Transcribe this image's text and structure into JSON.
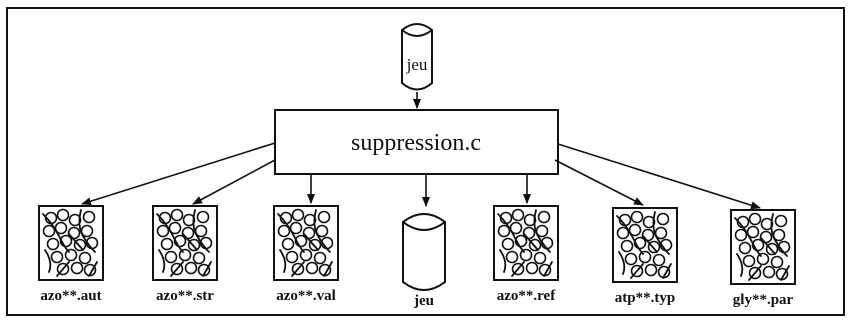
{
  "diagram": {
    "top_input": {
      "label": "jeu"
    },
    "process": {
      "label": "suppression.c"
    },
    "outputs": [
      {
        "label": "azo**.aut",
        "kind": "data-file"
      },
      {
        "label": "azo**.str",
        "kind": "data-file"
      },
      {
        "label": "azo**.val",
        "kind": "data-file"
      },
      {
        "label": "jeu",
        "kind": "storage-cylinder"
      },
      {
        "label": "azo**.ref",
        "kind": "data-file"
      },
      {
        "label": "atp**.typ",
        "kind": "data-file"
      },
      {
        "label": "gly**.par",
        "kind": "data-file"
      }
    ]
  }
}
